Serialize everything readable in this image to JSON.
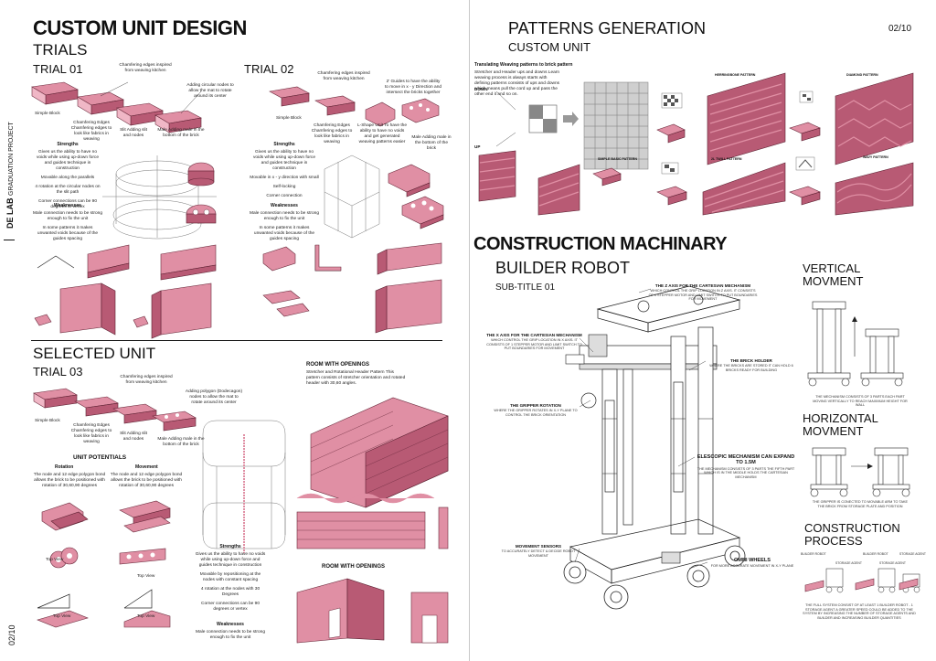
{
  "colors": {
    "accent": "#e08fa4",
    "accent_dark": "#b85a74",
    "accent_light": "#f0b7c6",
    "text": "#111111",
    "divider": "#c8c8c8"
  },
  "left_page": {
    "title": "CUSTOM UNIT DESIGN",
    "subtitle": "TRIALS",
    "side_label_bold": "DE LAB",
    "side_label": "GRADUATION PROJECT",
    "page_number": "02/10",
    "trial01": {
      "heading": "TRIAL 01",
      "callout_top": "Chamfering edges inspired from weaving kitchen",
      "callout_right": "Adding circular nodes to allow the mat to rotate around its center",
      "simple_block": "Simple Block",
      "chamfering": "Chamfering Edges Chamfering edges to look like fabrics in weaving",
      "slit": "Slit Adding slit and nodes",
      "male": "Male Adding male in the bottom of the brick",
      "strengths_title": "Strengths",
      "strengths_1": "Gives us the ability to have no voids while using up-down force and guides technique in construction",
      "strengths_2": "Movable along the parallels",
      "strengths_3": "4 rotation at the circular nodes on the slit path",
      "strengths_4": "Corner connections can be 90 degrees or vertex",
      "weaknesses_title": "Weaknesses",
      "weaknesses_1": "Male connection needs to be strong enough to fix the unit",
      "weaknesses_2": "In some patterns it makes unwanted voids because of the guides spacing"
    },
    "trial02": {
      "heading": "TRIAL 02",
      "callout_top": "Chamfering edges inspired from weaving kitchen",
      "callout_right": "2' Guides to have the ability to move in x - y Direction and intersect the bricks together",
      "simple_block": "Simple Block",
      "chamfering": "Chamfering Edges Chamfering edges to look like fabrics in weaving",
      "lshape": "L-Shape Unit To have the ability to have no voids and get generated weaving patterns easier",
      "male": "Male Adding male in the bottom of the brick",
      "strengths_title": "Strengths",
      "strengths_1": "Gives us the ability to have no voids while using up-down force and guides technique in construction",
      "strengths_2": "Movable in x - y direction with small",
      "strengths_3": "Self-locking",
      "strengths_4": "Corner connection",
      "weaknesses_title": "Weaknesses",
      "weaknesses_1": "Male connection needs to be strong enough to fix the unit",
      "weaknesses_2": "In some patterns it makes unwanted voids because of the guides spacing"
    },
    "selected": {
      "heading": "SELECTED UNIT",
      "trial03": "TRIAL 03",
      "callout_top": "Chamfering edges inspired from weaving kitchen",
      "callout_right": "Adding polygon (Dodecagon) nodes to allow the mat to rotate around its center",
      "simple_block": "Simple Block",
      "chamfering": "Chamfering Edges Chamfering edges to look like fabrics in weaving",
      "slit": "Slit Adding slit and nodes",
      "male": "Male Adding male in the bottom of the brick",
      "potentials_title": "UNIT POTENTIALS",
      "rotation_title": "Rotation",
      "rotation_text": "The node and 12 edge polygon bond allows the brick to be positioned with rotation of 30,60,90 degrees",
      "movement_title": "Movement",
      "movement_text": "The node and 12 edge polygon bond allows the brick to be positioned with rotation of 30,60,90 degrees",
      "top_view_1": "Top View",
      "top_view_2": "Top View",
      "top_view_3": "Top View",
      "top_view_4": "Top View",
      "strengths_title": "Strengths",
      "strengths_1": "Gives us the ability to have no voids while using up-down force and guides technique in construction",
      "strengths_2": "Movable by repositioning at the nodes with constant spacing",
      "strengths_3": "4 rotation at the nodes with 30 Degrees",
      "strengths_4": "Corner connections can be 90 degrees or vertex",
      "weaknesses_title": "Weaknesses",
      "weaknesses_1": "Male connection needs to be strong enough to fix the unit",
      "room1_title": "ROOM WITH OPENINGS",
      "room1_text": "Stretcher and Rotational Header Pattern This pattern consists of stretcher orientation and rotated header with 30,60 angles.",
      "room2_title": "ROOM WITH OPENINGS"
    }
  },
  "right_page": {
    "title": "PATTERNS GENERATION",
    "subtitle": "CUSTOM UNIT",
    "page_number": "02/10",
    "weaving_title": "Translating Weaving patterns to brick pattern",
    "weaving_text": "Stretcher and Header ups and downs Learn weaving process is always starts with defining patterns consists of ups and downs which means pull the cord up and pass the other end it and so on.",
    "down": "DOWN",
    "up": "UP",
    "patterns": {
      "herringbone": "HERRINGBONE PATTERN",
      "diamond": "DIAMOND PATTERN",
      "simple_basic": "SIMPLE BASIC PATTERN",
      "twill": "2L TWILL PATTERN",
      "wavy": "WAVY PATTERN"
    },
    "machinery_title": "CONSTRUCTION MACHINARY",
    "robot_title": "BUILDER ROBOT",
    "robot_subtitle": "SUB-TITLE 01",
    "robot_labels": {
      "z_axis_title": "THE Z AXIS FOR THE CARTESIAN MECHANISM",
      "z_axis_text": "WHICH CONTROL THE GRIP LOCATION IN Z AXIS. IT CONSISTS OF 1 STEPPER MOTOR AND LIMIT SWITCH TO PUT BOUNDARIES FOR MOVEMENT",
      "x_axis_title": "THE X AXIS FOR THE CARTESIAN MECHANISM",
      "x_axis_text": "WHICH CONTROL THE GRIP LOCATION IN X AXIS. IT CONSISTS OF 1 STEPPER MOTOR AND LIMIT SWITCH TO PUT BOUNDARIES FOR MOVEMENT",
      "holder_title": "THE BRICK HOLDER",
      "holder_text": "WHERE THE BRICKS ARE STORED IT CAN HOLD 6 BRICKS READY FOR BUILDING",
      "gripper_title": "THE GRIPPER ROTATION",
      "gripper_text": "WHERE THE GRIPPER ROTATES IN X-Y PLANE TO CONTROL THE BRICK ORIENTATION",
      "telescopic_title": "ELESCOPIC MECHANISM CAN EXPAND TO 1.5M",
      "telescopic_text": "THE MECHANISM CONSISTS OF 3 PARTS THE FIFTH PART WHICH IS IN THE MIDDLE HOLDS THE CARTESIAN MECHANISM",
      "sensors_title": "MOVEMENT SENSORS",
      "sensors_text": "TO ACCURATELY DETECT & DECIDE ROBOT MOVEMENT",
      "omni_title": "OMNI WHEELS",
      "omni_text": "FOR MORE ACCURATE MOVEMENT IN X-Y PLANE"
    },
    "vertical_title": "VERTICAL MOVMENT",
    "vertical_text": "THE MECHANISM CONSISTS OF 3 PARTS EACH PART MOVING VERTICALLY TO REACH MAXIMUM HEIGHT FOR WALL",
    "horizontal_title": "HORIZONTAL MOVMENT",
    "horizontal_text": "THE GRIPPER IS CONECTED TO MOVABLE ARM TO TAKE THE BRICK FROM STORAGE PLATE AND POSITION",
    "process_title": "CONSTRUCTION PROCESS",
    "process_labels": [
      "BUILDER ROBOT",
      "STORAGE AGENT",
      "BUILDER ROBOT",
      "STORAGE AGENT",
      "STORAGE AGENT"
    ],
    "process_text": "THE FULL SYSTEM CONSIST OF AT LEAST 1 BUILDER ROBOT - 1 STORAGE AGENT A GREATER SPEED COULD BE ADDED TO THE SYSTEM BY INCREASING THE NUMBER OF STORAGE AGENTS AND BUILDER AND INCREASING BUILDER QUANTITIES"
  }
}
